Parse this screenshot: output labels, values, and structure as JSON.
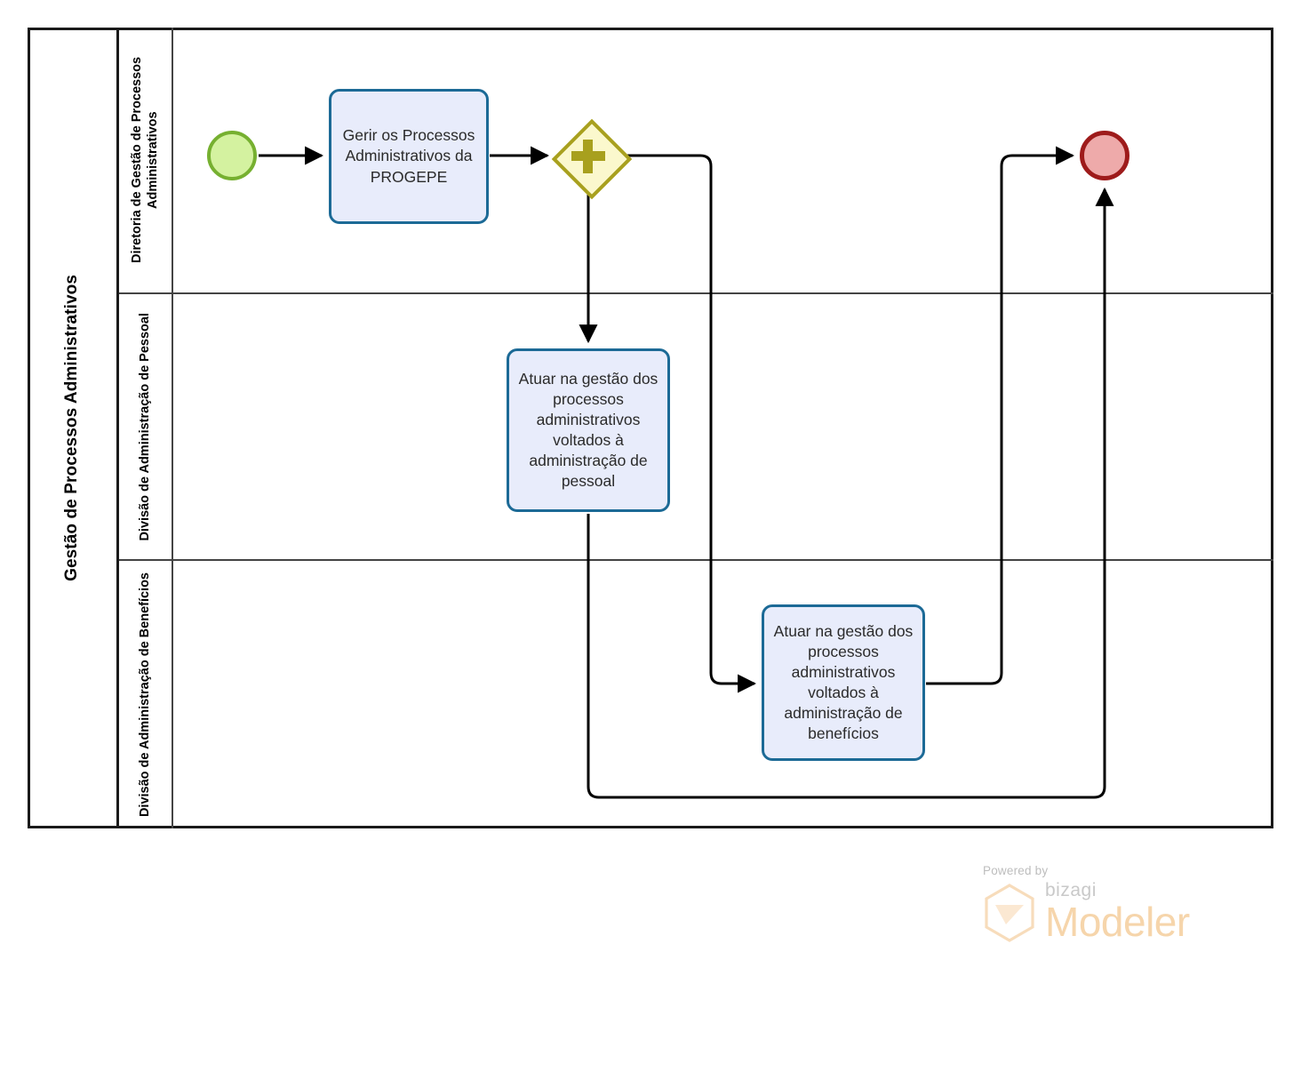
{
  "diagram": {
    "type": "bpmn-process",
    "pool_title": "Gestão de Processos Administrativos",
    "lanes": [
      {
        "id": "lane-diretoria",
        "label": "Diretoria de Gestão de Processos Administrativos"
      },
      {
        "id": "lane-pessoal",
        "label": "Divisão de Administração de Pessoal"
      },
      {
        "id": "lane-beneficios",
        "label": "Divisão de Administração de Benefícios"
      }
    ],
    "events": {
      "start": {
        "name": "start-event",
        "label": "",
        "fill": "#d4f2a0",
        "stroke": "#76b030"
      },
      "end": {
        "name": "end-event",
        "label": "",
        "fill": "#eeaaaa",
        "stroke": "#9e1b1b"
      }
    },
    "gateway": {
      "name": "parallel-gateway",
      "symbol": "+",
      "label": "",
      "fill": "#fbf8cd",
      "stroke": "#a8a01e"
    },
    "tasks": [
      {
        "id": "task-gerir",
        "lane": "lane-diretoria",
        "label": "Gerir os Processos Administrativos da PROGEPE"
      },
      {
        "id": "task-pessoal",
        "lane": "lane-pessoal",
        "label": "Atuar na gestão dos processos administrativos voltados à administração de pessoal"
      },
      {
        "id": "task-beneficios",
        "lane": "lane-beneficios",
        "label": "Atuar na gestão dos processos administrativos voltados à administração de benefícios"
      }
    ],
    "colors": {
      "task_fill": "#e8ecfb",
      "task_stroke": "#1c6a96",
      "pool_stroke": "#1a1a1a",
      "lane_stroke": "#444444",
      "flow_stroke": "#000000"
    }
  },
  "branding": {
    "powered_by": "Powered by",
    "product_prefix": "bizagi",
    "product_name": "Modeler"
  }
}
